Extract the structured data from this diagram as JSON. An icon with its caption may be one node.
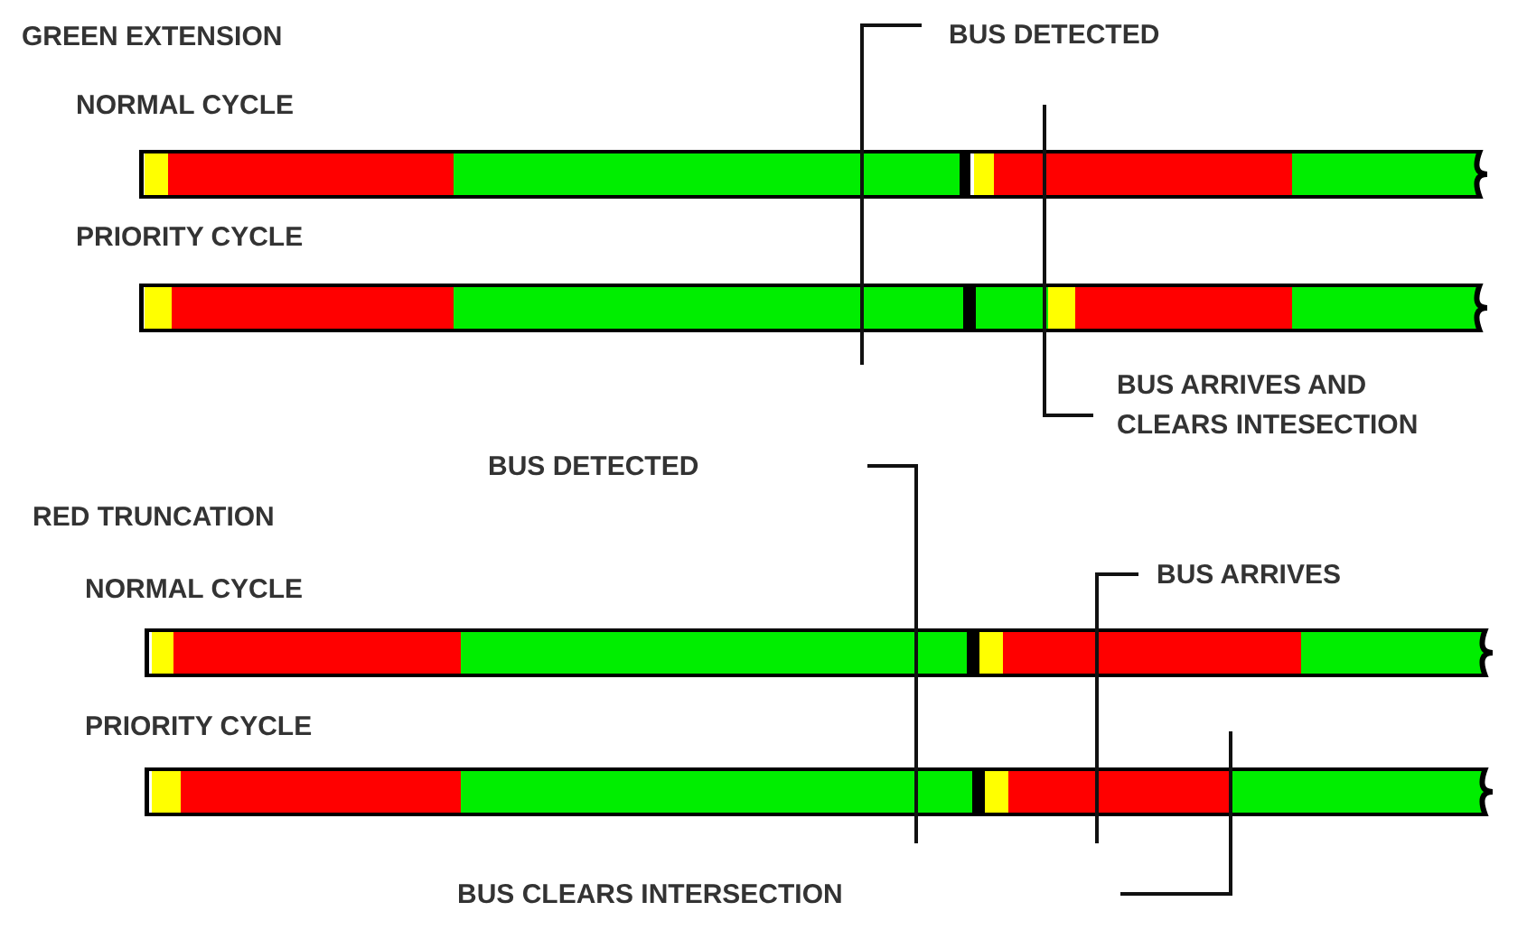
{
  "diagram": {
    "nodes": [
      {
        "text": [
          "NORMAL CYCLE"
        ]
      },
      {
        "text": [
          "PRIORITY CYCLE"
        ]
      },
      {
        "text": [
          "NORMAL CYCLE"
        ]
      },
      {
        "text": [
          "PRIORITY CYCLE"
        ]
      }
    ],
    "labels": [
      "GREEN EXTENSION",
      "BUS DETECTED",
      "BUS ARRIVES AND CLEARS INTESECTION",
      "BUS DETECTED",
      "RED TRUNCATION",
      "BUS ARRIVES",
      "BUS CLEARS INTERSECTION"
    ]
  }
}
